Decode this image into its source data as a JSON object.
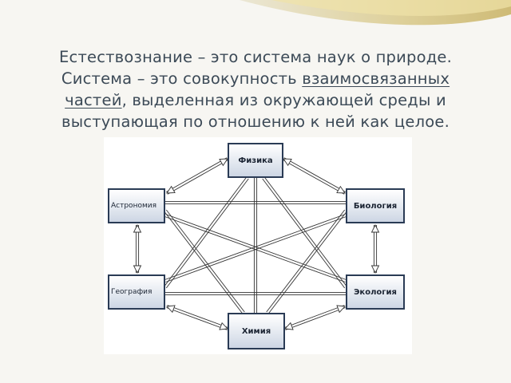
{
  "text": {
    "line1": "Естествознание – это система наук о природе.",
    "line2_prefix": "Система – это совокупность ",
    "line2_link": "взаимосвязанных",
    "line3_link": "частей",
    "line3_suffix": ", выделенная из окружающей среды и",
    "line4": "выступающая по отношению к ней как целое."
  },
  "diagram": {
    "nodes": {
      "physics": "Физика",
      "astronomy": "Астрономия",
      "biology": "Биология",
      "geography": "География",
      "ecology": "Экология",
      "chemistry": "Химия"
    }
  },
  "colors": {
    "text": "#3c4a57",
    "node_border": "#2a3b55",
    "node_fill_top": "#ffffff",
    "node_fill_bottom": "#cdd6e4",
    "connector": "#333333"
  }
}
